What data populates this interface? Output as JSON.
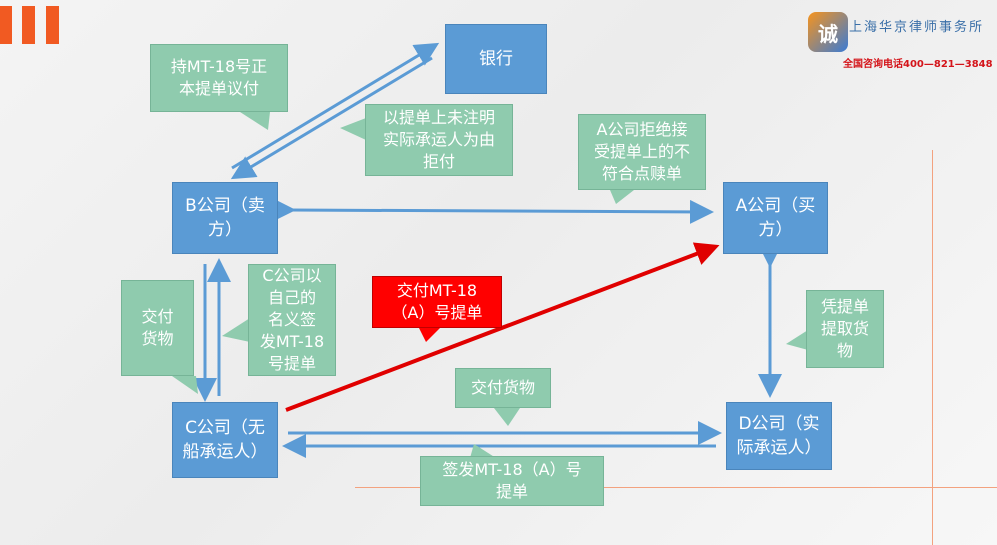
{
  "logo": {
    "mark": "诚",
    "name": "上海华京律师事务所",
    "phone": "全国咨询电话400—821—3848"
  },
  "nodes": {
    "bank": "银行",
    "b": [
      "B公司（卖",
      "方）"
    ],
    "a": [
      "A公司（买",
      "方）"
    ],
    "c": [
      "C公司（无",
      "船承运人）"
    ],
    "d": [
      "D公司（实",
      "际承运人）"
    ]
  },
  "notes": {
    "hold_bill": [
      "持MT-18号正",
      "本提单议付"
    ],
    "refuse_bank": [
      "以提单上未注明",
      "实际承运人为由",
      "拒付"
    ],
    "refuse_a": [
      "A公司拒绝接",
      "受提单上的不",
      "符合点赎单"
    ],
    "c_issue": [
      "C公司以",
      "自己的",
      "名义签",
      "发MT-18",
      "号提单"
    ],
    "deliver_goods_left": [
      "交付",
      "货物"
    ],
    "deliver_bill_red": [
      "交付MT-18",
      "（A）号提单"
    ],
    "pickup": [
      "凭提单",
      "提取货",
      "物"
    ],
    "deliver_goods_bottom": [
      "交付货物"
    ],
    "issue_bill_bottom": [
      "签发MT-18（A）号",
      "提单"
    ]
  },
  "colors": {
    "node_fill": "#5b9bd5",
    "note_green": "#8fcbae",
    "note_red": "#ff0000",
    "accent_orange": "#f15a22"
  }
}
